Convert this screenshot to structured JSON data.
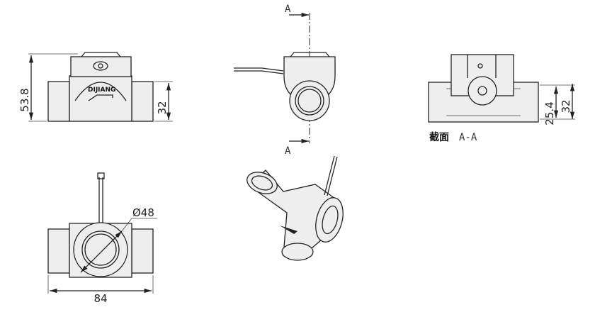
{
  "front_view": {
    "height_dim": "53.8",
    "pipe_dim": "32",
    "logo": "DIJIANG"
  },
  "side_view": {
    "section_label_top": "A",
    "section_label_bottom": "A"
  },
  "section_view": {
    "title_cn": "截面",
    "title": "A-A",
    "inner_dim": "25.4",
    "outer_dim": "32"
  },
  "bottom_view": {
    "flange_dim": "Ø48",
    "length_dim": "84"
  }
}
